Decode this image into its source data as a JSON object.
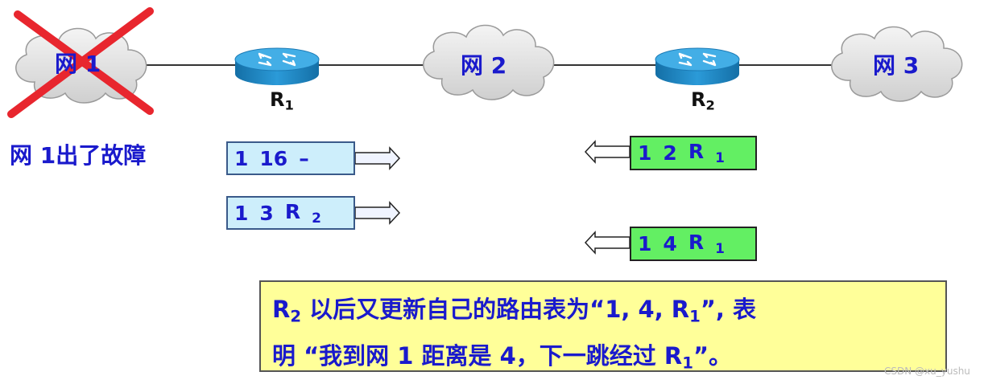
{
  "networks": {
    "net1": "网 1",
    "net2": "网 2",
    "net3": "网 3"
  },
  "routers": {
    "r1": {
      "letter": "R",
      "sub": "1"
    },
    "r2": {
      "letter": "R",
      "sub": "2"
    }
  },
  "fault_label": "网 1出了故障",
  "r1_updates": [
    {
      "net": "1",
      "dist": "16",
      "hop": "–",
      "hop_sub": ""
    },
    {
      "net": "1",
      "dist": "3",
      "hop": "R",
      "hop_sub": "2"
    }
  ],
  "r2_updates": [
    {
      "net": "1",
      "dist": "2",
      "hop": "R",
      "hop_sub": "1"
    },
    {
      "net": "1",
      "dist": "4",
      "hop": "R",
      "hop_sub": "1"
    }
  ],
  "note": {
    "r_letter": "R",
    "r_sub": "2",
    "line1_text": " 以后又更新自己的路由表为“1, 4, R",
    "line1_sub": "1",
    "line1_end": "”, 表",
    "line2_text": "明 “我到网 1 距离是 4，下一跳经过 R",
    "line2_sub": "1",
    "line2_end": "”。"
  },
  "watermark": "CSDN @xu_yushu",
  "colors": {
    "text_blue": "#1a1acc",
    "x_mark": "#e8262e",
    "green_box": "#63ef63",
    "blue_box": "#cdeefb",
    "note_bg": "#ffff99",
    "router": "#1f8cc8"
  }
}
